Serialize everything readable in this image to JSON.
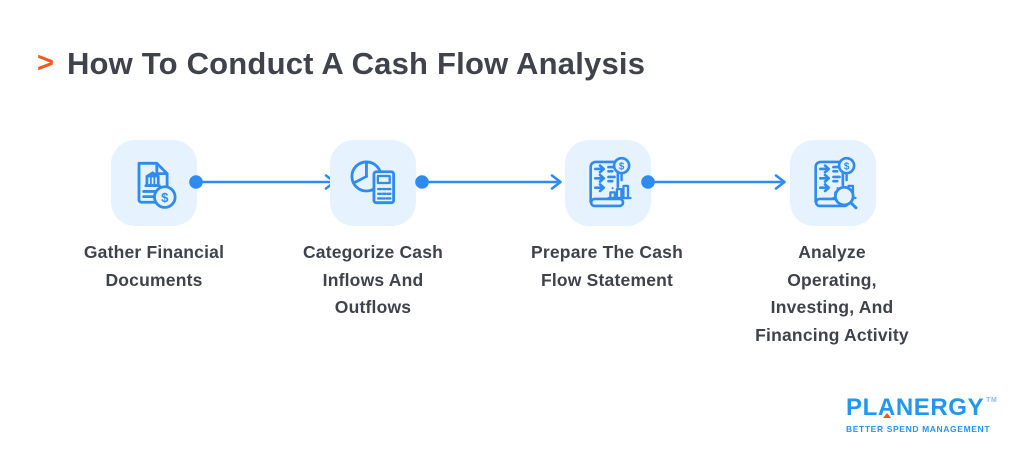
{
  "header": {
    "bullet": ">",
    "title": "How To Conduct A Cash Flow Analysis"
  },
  "colors": {
    "accent_blue": "#2E8BF0",
    "tile_background": "#E6F2FE",
    "title_text": "#3F434B",
    "label_text": "#3E434C",
    "orange_accent": "#F4581D",
    "logo_blue": "#2196F3",
    "page_background": "#FFFFFF"
  },
  "steps": [
    {
      "icon": "bank-document-dollar-icon",
      "label": "Gather Financial\nDocuments"
    },
    {
      "icon": "pie-chart-calculator-icon",
      "label": "Categorize Cash\nInflows And\nOutflows"
    },
    {
      "icon": "cash-flow-statement-icon",
      "label": "Prepare The Cash\nFlow Statement"
    },
    {
      "icon": "statement-magnifier-icon",
      "label": "Analyze\nOperating,\nInvesting, And\nFinancing Activity"
    }
  ],
  "footer": {
    "logo_pre": "PL",
    "logo_a": "A",
    "logo_post": "NERGY",
    "logo_tm": "TM",
    "logo_tagline": "BETTER SPEND MANAGEMENT"
  }
}
